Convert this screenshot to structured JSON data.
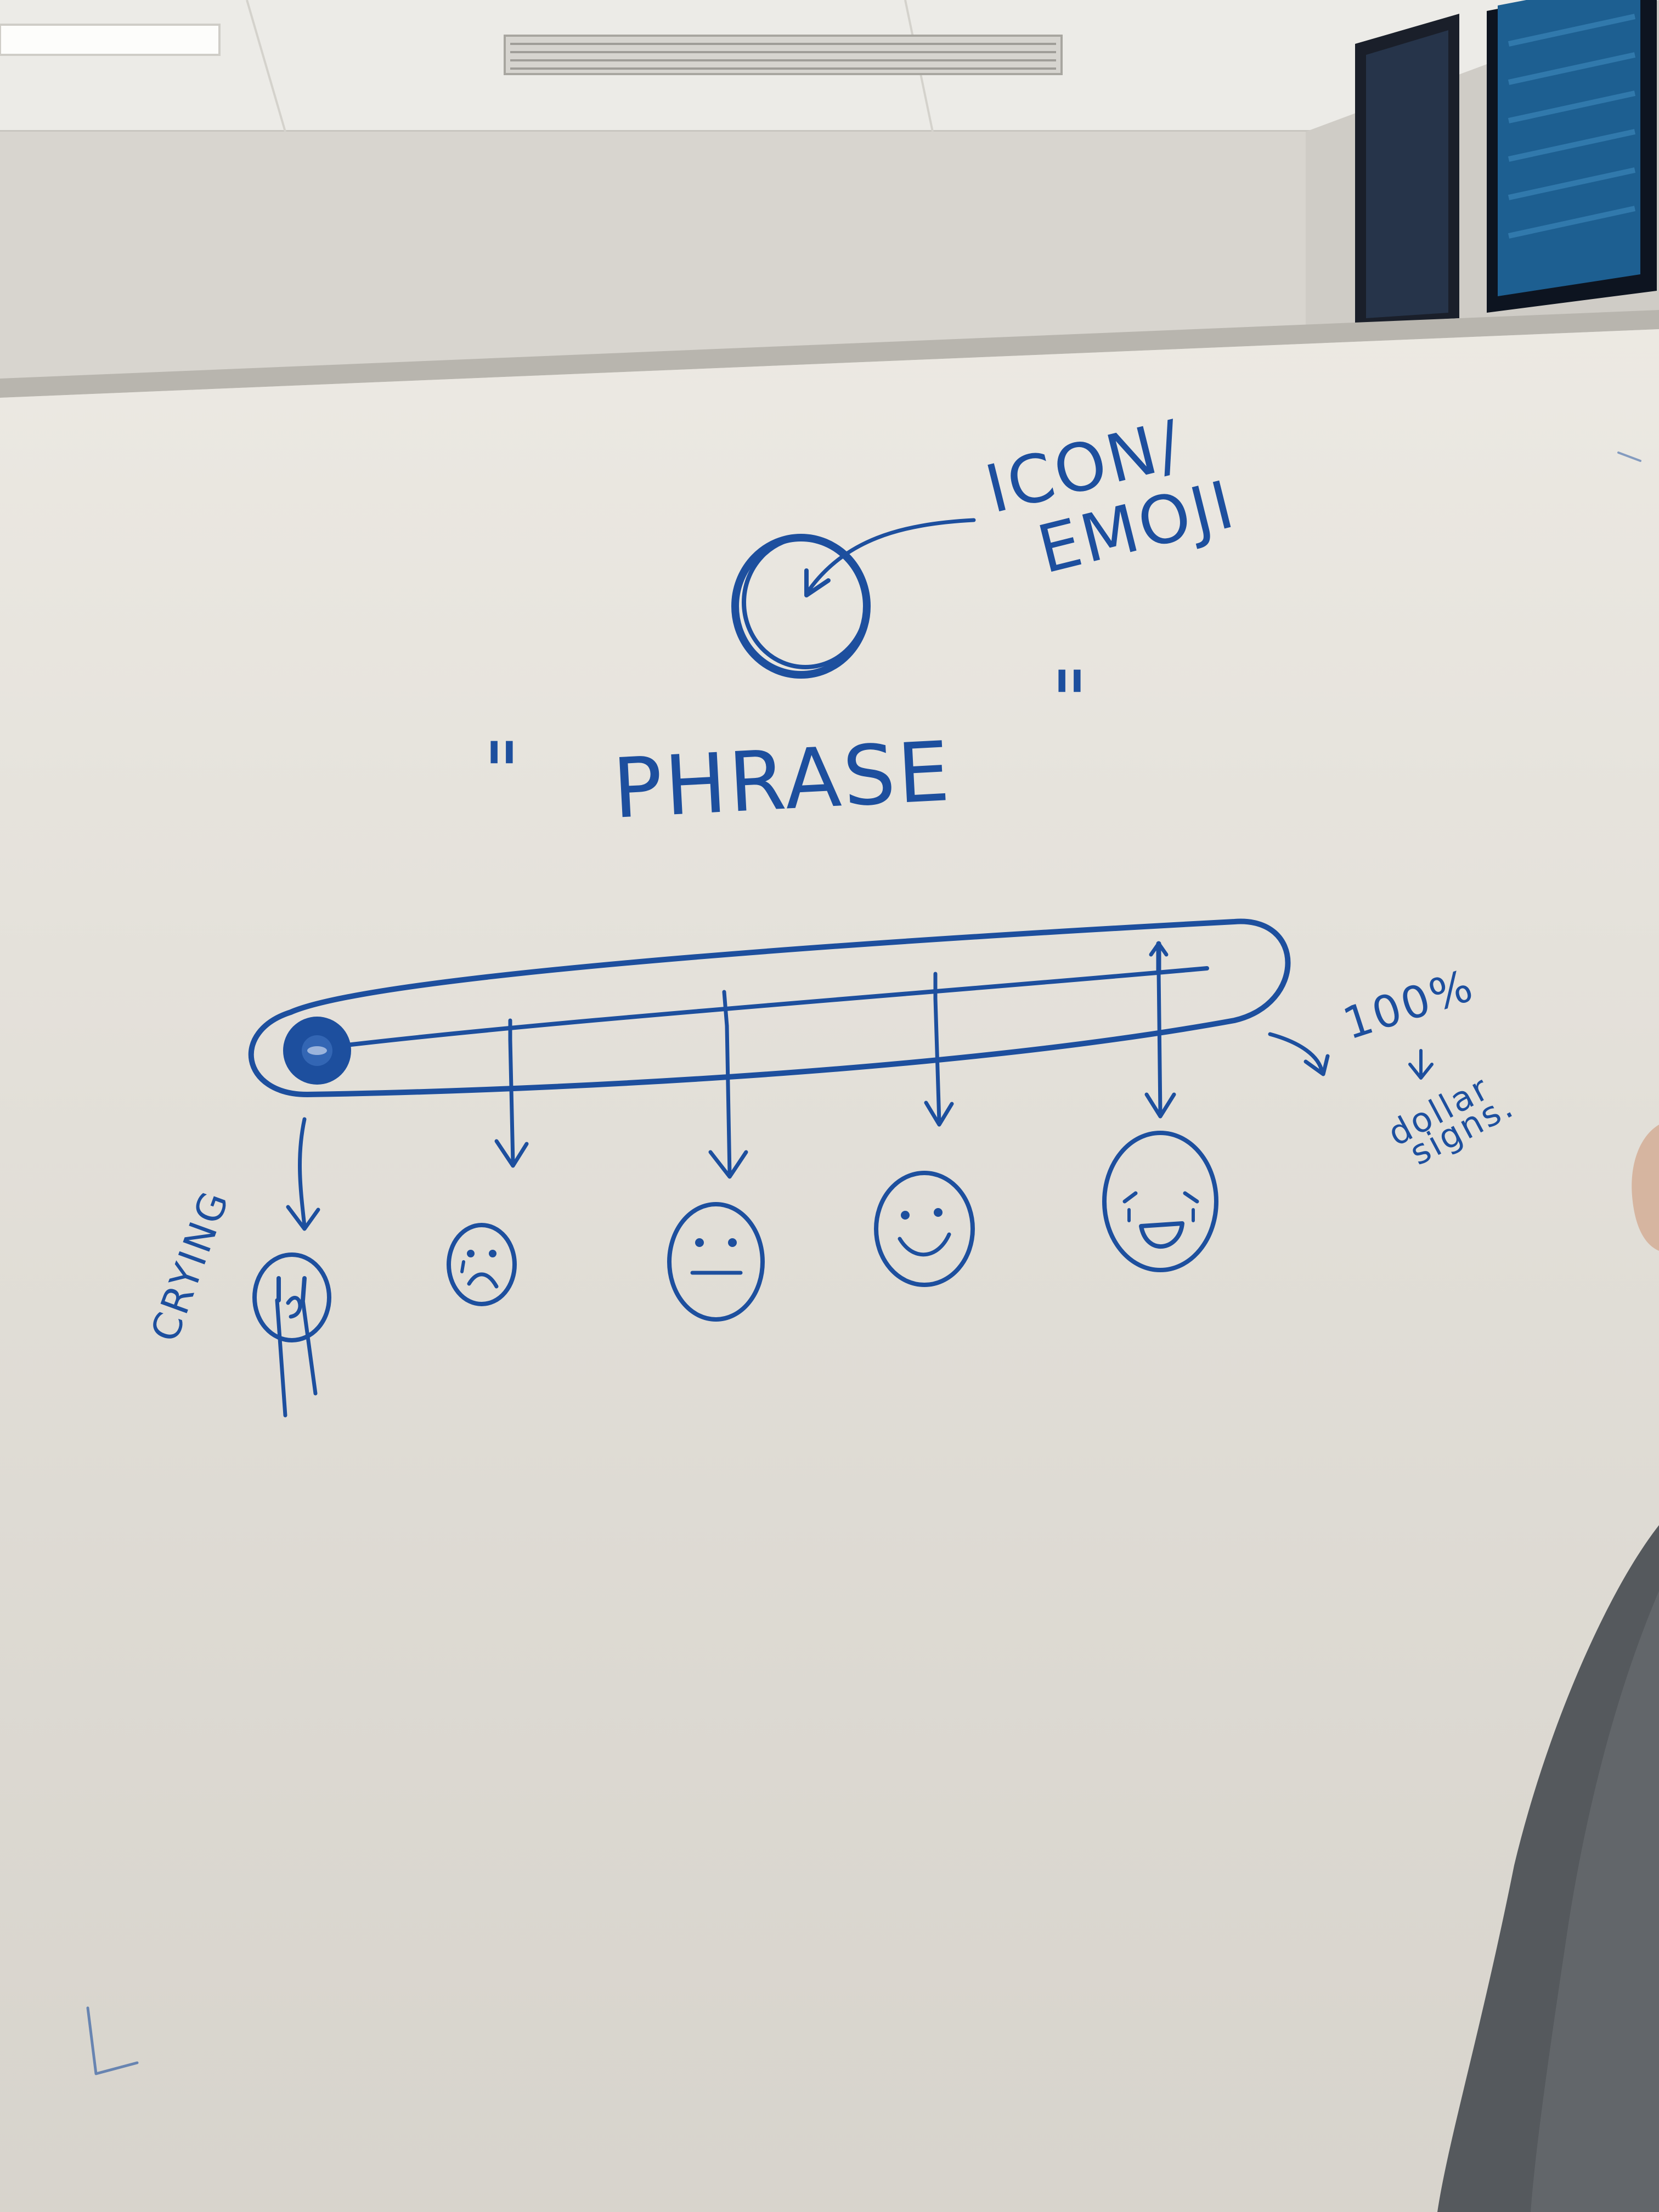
{
  "whiteboard": {
    "annotation_icon_label_line1": "ICON/",
    "annotation_icon_label_line2": "EMOJI",
    "quote_open": "\"",
    "quote_close": "\"",
    "phrase": "PHRASE",
    "left_label": "CRYING",
    "right_label": "100%",
    "right_note_line1": "dollar",
    "right_note_line2": "signs."
  },
  "slider": {
    "knob_position_percent": 0,
    "tick_count": 5,
    "faces": [
      "crying",
      "sad",
      "neutral",
      "smile",
      "laughing"
    ]
  },
  "colors": {
    "ink": "#1d4f9e",
    "board": "#e6e3dc",
    "wall": "#d8d5cf",
    "ceiling": "#ecebe7"
  }
}
